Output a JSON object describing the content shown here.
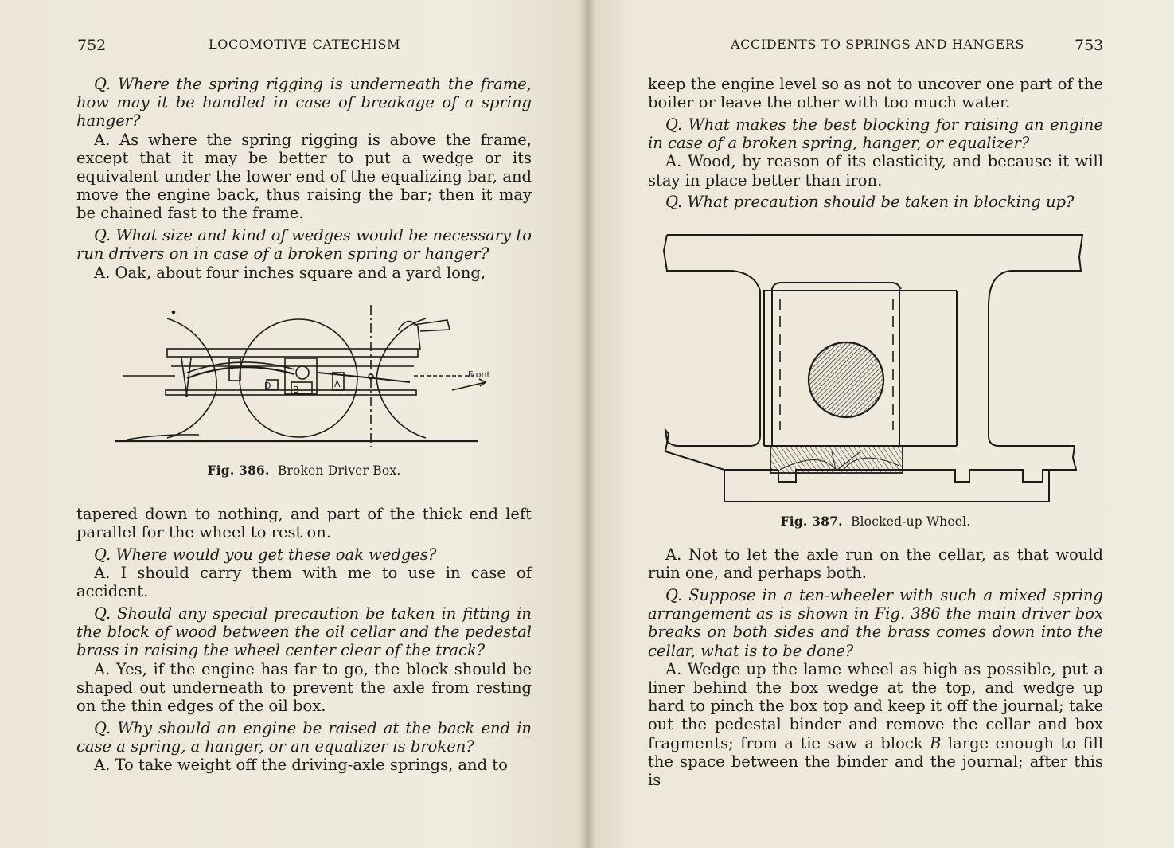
{
  "left_page": {
    "page_number": "752",
    "running_head": "LOCOMOTIVE CATECHISM",
    "block1": {
      "q": "Q. Where the spring rigging is underneath the frame, how may it be handled in case of breakage of a spring hanger?",
      "a": "A. As where the spring rigging is above the frame, except that it may be better to put a wedge or its equivalent under the lower end of the equalizing bar, and move the engine back, thus raising the bar; then it may be chained fast to the frame."
    },
    "block2": {
      "q": "Q. What size and kind of wedges would be necessary to run drivers on in case of a broken spring or hanger?",
      "a": "A. Oak, about four inches square and a yard long,"
    },
    "figure": {
      "labels": {
        "d": "D",
        "b": "B",
        "a": "A",
        "front": "Front"
      },
      "caption_num": "Fig. 386.",
      "caption_text": "Broken Driver Box."
    },
    "continuation": "tapered down to nothing, and part of the thick end left parallel for the wheel to rest on.",
    "block3": {
      "q": "Q. Where would you get these oak wedges?",
      "a": "A. I should carry them with me to use in case of accident."
    },
    "block4": {
      "q": "Q. Should any special precaution be taken in fitting in the block of wood between the oil cellar and the pedestal brass in raising the wheel center clear of the track?",
      "a": "A. Yes, if the engine has far to go, the block should be shaped out underneath to prevent the axle from resting on the thin edges of the oil box."
    },
    "block5": {
      "q": "Q. Why should an engine be raised at the back end in case a spring, a hanger, or an equalizer is broken?",
      "a": "A. To take weight off the driving-axle springs, and to"
    }
  },
  "right_page": {
    "page_number": "753",
    "running_head": "ACCIDENTS TO SPRINGS AND HANGERS",
    "continuation": "keep the engine level so as not to uncover one part of the boiler or leave the other with too much water.",
    "block1": {
      "q": "Q. What makes the best blocking for raising an engine in case of a broken spring, hanger, or equalizer?",
      "a": "A. Wood, by reason of its elasticity, and because it will stay in place better than iron."
    },
    "block2": {
      "q": "Q. What precaution should be taken in blocking up?"
    },
    "figure": {
      "caption_num": "Fig. 387.",
      "caption_text": "Blocked-up Wheel."
    },
    "block2_answer": "A. Not to let the axle run on the cellar, as that would ruin one, and perhaps both.",
    "block3": {
      "q": "Q. Suppose in a ten-wheeler with such a mixed spring arrangement as is shown in Fig. 386 the main driver box breaks on both sides and the brass comes down into the cellar, what is to be done?",
      "a_pre": "A. Wedge up the lame wheel as high as possible, put a liner behind the box wedge at the top, and wedge up hard to pinch the box top and keep it off the journal; take out the pedestal binder and remove the cellar and box fragments; from a tie saw a block ",
      "a_italic": "B",
      "a_post": " large enough to fill the space between the binder and the journal; after this is"
    }
  }
}
